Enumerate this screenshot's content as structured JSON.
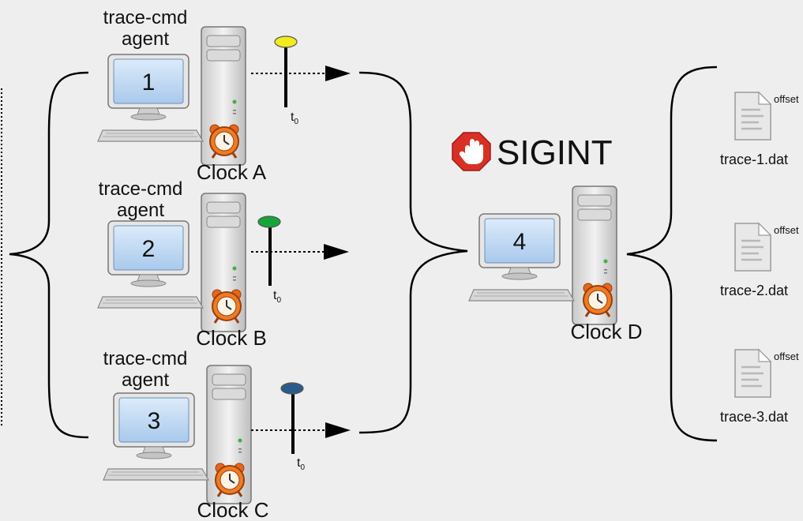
{
  "agents": [
    {
      "role": "trace-cmd",
      "role2": "agent",
      "number": "1",
      "clock": "Clock A",
      "marker": "t",
      "marker_sub": "0",
      "pin_color": "#f2ec1c"
    },
    {
      "role": "trace-cmd",
      "role2": "agent",
      "number": "2",
      "clock": "Clock B",
      "marker": "t",
      "marker_sub": "0",
      "pin_color": "#16a537"
    },
    {
      "role": "trace-cmd",
      "role2": "agent",
      "number": "3",
      "clock": "Clock C",
      "marker": "t",
      "marker_sub": "0",
      "pin_color": "#2a5a8a"
    }
  ],
  "host": {
    "number": "4",
    "clock": "Clock D",
    "signal": "SIGINT"
  },
  "files": [
    {
      "name": "trace-1.dat",
      "tag": "offset"
    },
    {
      "name": "trace-2.dat",
      "tag": "offset"
    },
    {
      "name": "trace-3.dat",
      "tag": "offset"
    }
  ],
  "colors": {
    "background": "#eeeeee",
    "stop_red": "#d93025",
    "alarm_orange": "#f07c22",
    "screen_blue": "#bcd7f2"
  }
}
